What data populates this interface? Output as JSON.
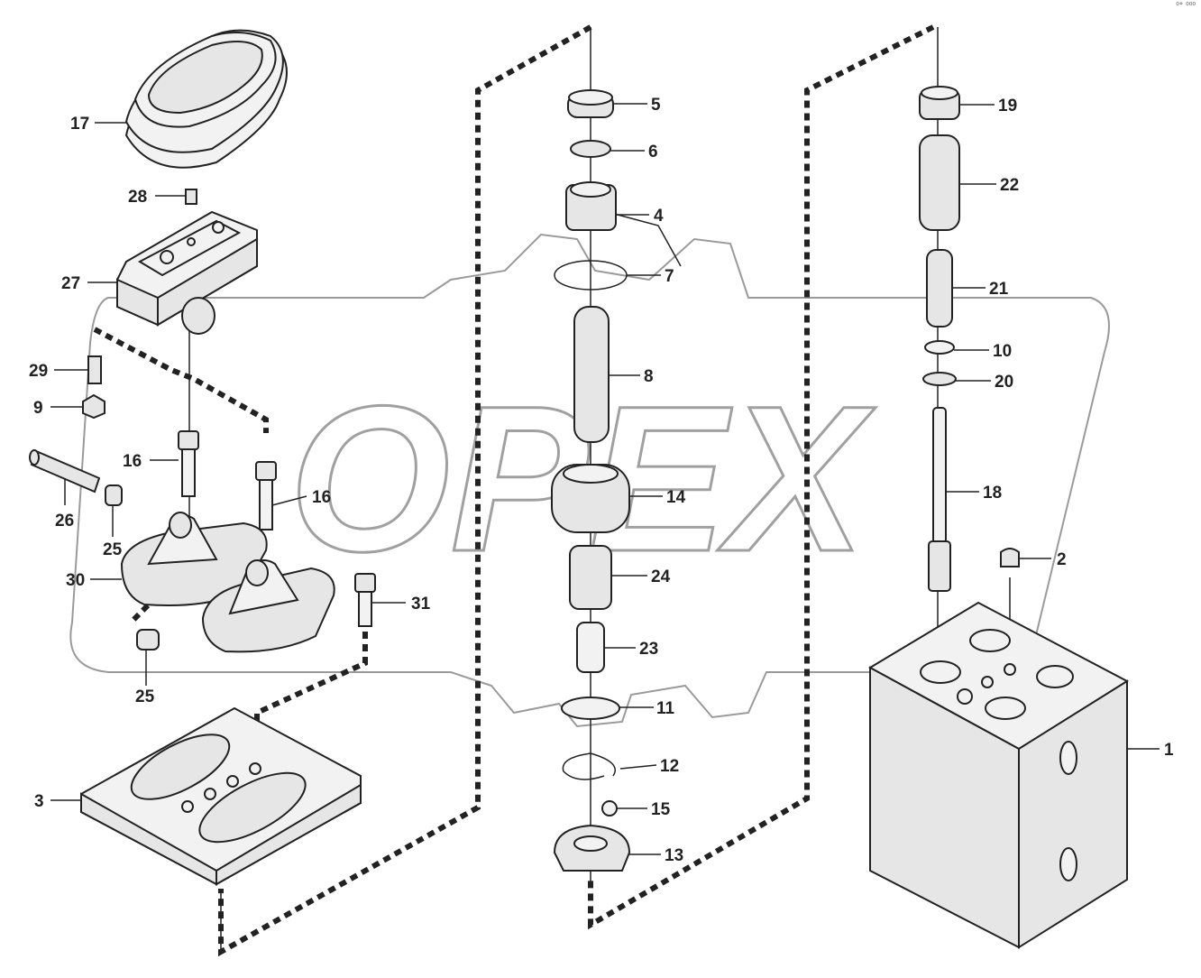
{
  "corner_note": "⁰° ⁰⁰⁰",
  "watermark": "OPEX",
  "callouts": {
    "c1": "1",
    "c2": "2",
    "c3": "3",
    "c4": "4",
    "c5": "5",
    "c6": "6",
    "c7": "7",
    "c8": "8",
    "c9": "9",
    "c10": "10",
    "c11": "11",
    "c12": "12",
    "c13": "13",
    "c14": "14",
    "c15": "15",
    "c16a": "16",
    "c16b": "16",
    "c17": "17",
    "c18": "18",
    "c19": "19",
    "c20": "20",
    "c21": "21",
    "c22": "22",
    "c23": "23",
    "c24": "24",
    "c25a": "25",
    "c25b": "25",
    "c26": "26",
    "c27": "27",
    "c28": "28",
    "c29": "29",
    "c30": "30",
    "c31": "31"
  }
}
